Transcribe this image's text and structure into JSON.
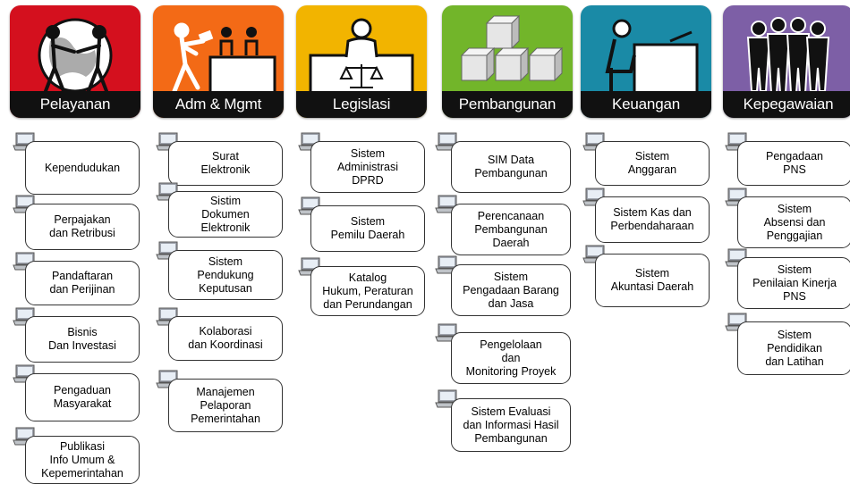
{
  "categories": [
    {
      "label": "Pelayanan",
      "color": "#d4101e",
      "icon": "handshake-globe-icon",
      "items": [
        "Kependudukan",
        "Perpajakan\ndan Retribusi",
        "Pandaftaran\ndan Perijinan",
        "Bisnis\nDan Investasi",
        "Pengaduan\nMasyarakat",
        "Publikasi\nInfo Umum &\nKepemerintahan"
      ]
    },
    {
      "label": "Adm & Mgmt",
      "color": "#f36a16",
      "icon": "office-workers-icon",
      "items": [
        "Surat\nElektronik",
        "Sistim\nDokumen\nElektronik",
        "Sistem\nPendukung\nKeputusan",
        "Kolaborasi\ndan Koordinasi",
        "Manajemen\nPelaporan\nPemerintahan"
      ]
    },
    {
      "label": "Legislasi",
      "color": "#f2b400",
      "icon": "judge-scales-icon",
      "items": [
        "Sistem\nAdministrasi\nDPRD",
        "Sistem\nPemilu Daerah",
        "Katalog\nHukum, Peraturan\ndan Perundangan"
      ]
    },
    {
      "label": "Pembangunan",
      "color": "#72b52a",
      "icon": "building-blocks-icon",
      "items": [
        "SIM Data\nPembangunan",
        "Perencanaan\nPembangunan\nDaerah",
        "Sistem\nPengadaan Barang\ndan Jasa",
        "Pengelolaan\ndan\nMonitoring Proyek",
        "Sistem Evaluasi\ndan Informasi Hasil\nPembangunan"
      ]
    },
    {
      "label": "Keuangan",
      "color": "#1a8aa6",
      "icon": "accountant-desk-icon",
      "items": [
        "Sistem\nAnggaran",
        "Sistem Kas dan\nPerbendaharaan",
        "Sistem\nAkuntasi Daerah"
      ]
    },
    {
      "label": "Kepegawaian",
      "color": "#7d5fa6",
      "icon": "employees-group-icon",
      "items": [
        "Pengadaan\nPNS",
        "Sistem\nAbsensi dan\nPenggajian",
        "Sistem\nPenilaian Kinerja\nPNS",
        "Sistem\nPendidikan\ndan Latihan"
      ]
    }
  ]
}
